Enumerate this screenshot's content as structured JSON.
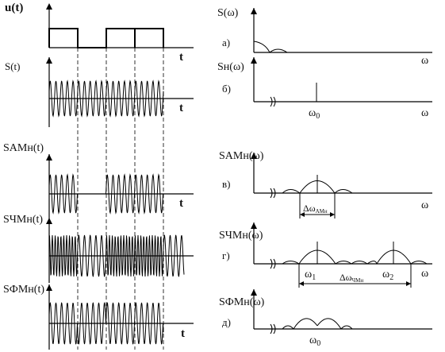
{
  "labels": {
    "u": "u(t)",
    "s": "S(t)",
    "sam": "SАМн(t)",
    "schm": "SЧМн(t)",
    "sfm": "SФМн(t)",
    "t": "t",
    "spec_a": "S(ω)",
    "spec_b": "Sн(ω)",
    "spec_v": "SАМн(ω)",
    "spec_g": "SЧМн(ω)",
    "spec_d": "SФМн(ω)",
    "omega": "ω",
    "item_a": "а)",
    "item_b": "б)",
    "item_v": "в)",
    "item_g": "г)",
    "item_d": "д)",
    "omega0": "ω",
    "sub0": "0",
    "omega1": "ω",
    "sub1": "1",
    "omega2": "ω",
    "sub2": "2",
    "delta": "Δω",
    "delta_am_sub": "АМн",
    "delta_chm_sub": "ЧМн"
  }
}
